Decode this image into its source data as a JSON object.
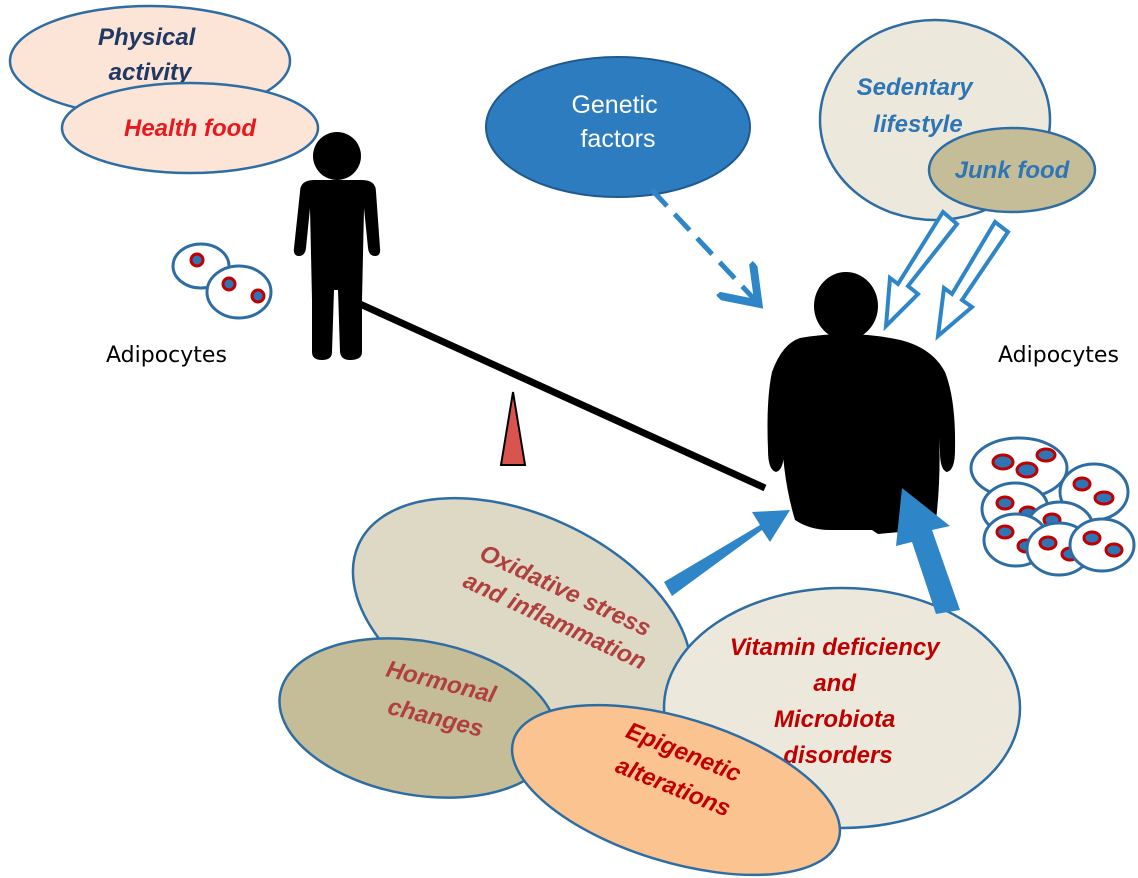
{
  "labels": {
    "physical_activity": [
      "Physical",
      "activity"
    ],
    "health_food": "Health food",
    "genetic_factors": [
      "Genetic",
      "factors"
    ],
    "sedentary_lifestyle": [
      "Sedentary",
      "lifestyle"
    ],
    "junk_food": "Junk food",
    "adipocytes_left": "Adipocytes",
    "adipocytes_right": "Adipocytes",
    "oxidative_stress": [
      "Oxidative stress",
      "and inflammation"
    ],
    "hormonal_changes": [
      "Hormonal",
      "changes"
    ],
    "epigenetic": [
      "Epigenetic",
      "alterations"
    ],
    "vitamin": [
      "Vitamin deficiency",
      "and",
      "Microbiota",
      "disorders"
    ]
  },
  "colors": {
    "navy_text": "#1f3864",
    "red_text": "#e8191e",
    "brick_text": "#b04040",
    "blue_text": "#2e75b6",
    "dark_red_text": "#c00000",
    "outline_blue": "#2e6da4",
    "arrow_blue": "#2e86c8",
    "genetic_fill": "#2e7cc0",
    "peach_fill": "#fce4d6",
    "beige_fill": "#ece9dc",
    "tan_fill": "#c4bd97",
    "light_tan_fill": "#ddd9c4",
    "orange_fill": "#fbc38f",
    "silhouette": "#000000",
    "fulcrum": "#d9534f",
    "nucleus": "#c00000"
  }
}
